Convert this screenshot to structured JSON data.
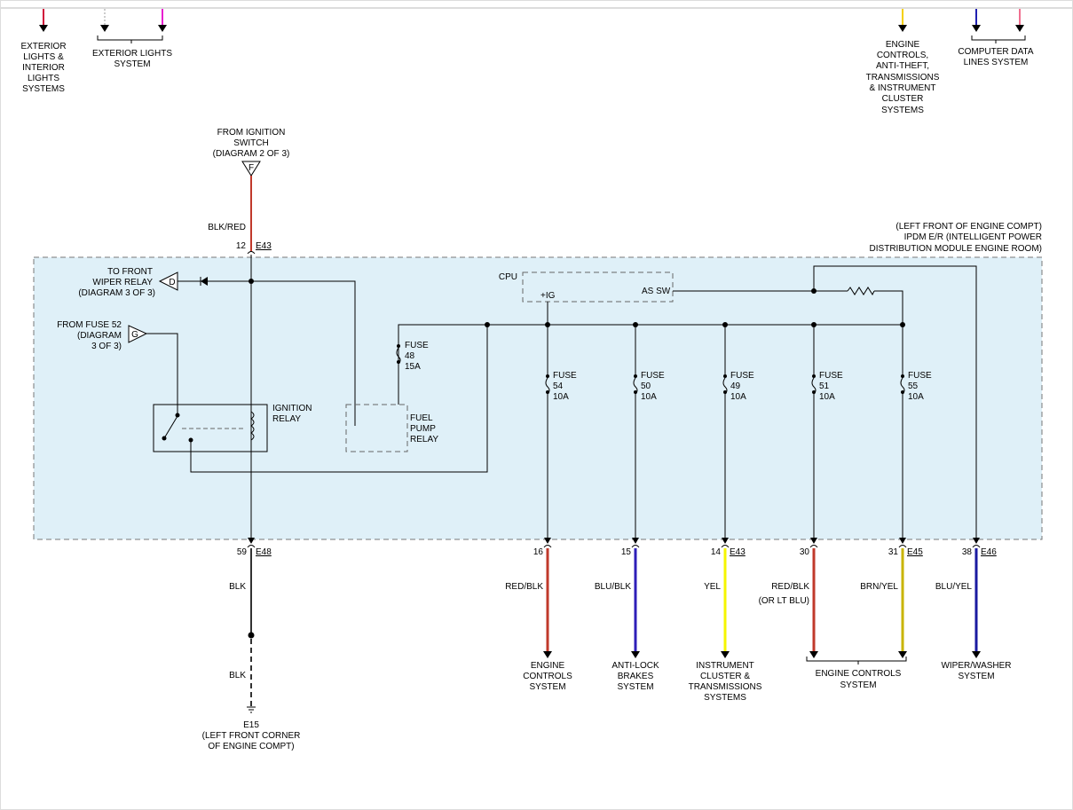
{
  "top_labels": {
    "exterior_interior": [
      "EXTERIOR",
      "LIGHTS &",
      "INTERIOR",
      "LIGHTS",
      "SYSTEMS"
    ],
    "exterior": [
      "EXTERIOR LIGHTS",
      "SYSTEM"
    ],
    "engine_controls": [
      "ENGINE",
      "CONTROLS,",
      "ANTI-THEFT,",
      "TRANSMISSIONS",
      "& INSTRUMENT",
      "CLUSTER",
      "SYSTEMS"
    ],
    "computer_data": [
      "COMPUTER DATA",
      "LINES SYSTEM"
    ]
  },
  "ignition_source": [
    "FROM IGNITION",
    "SWITCH",
    "(DIAGRAM 2 OF 3)"
  ],
  "connector_f": "F",
  "wire_in_label": "BLK/RED",
  "pin_top": {
    "pin": "12",
    "conn": "E43"
  },
  "module": [
    "(LEFT FRONT OF ENGINE COMPT)",
    "IPDM E/R (INTELLIGENT POWER",
    "DISTRIBUTION MODULE ENGINE ROOM)"
  ],
  "wiper_relay": {
    "lines": [
      "TO FRONT",
      "WIPER RELAY",
      "(DIAGRAM 3 OF 3)"
    ],
    "conn": "D"
  },
  "fuse52": {
    "lines": [
      "FROM FUSE 52",
      "(DIAGRAM",
      "3 OF 3)"
    ],
    "conn": "G"
  },
  "cpu": {
    "label": "CPU",
    "ig": "+IG",
    "as_sw": "AS SW"
  },
  "ignition_relay": [
    "IGNITION",
    "RELAY"
  ],
  "fuel_pump_relay": [
    "FUEL",
    "PUMP",
    "RELAY"
  ],
  "fuse48": [
    "FUSE",
    "48",
    "15A"
  ],
  "fuses": [
    {
      "lines": [
        "FUSE",
        "54",
        "10A"
      ]
    },
    {
      "lines": [
        "FUSE",
        "50",
        "10A"
      ]
    },
    {
      "lines": [
        "FUSE",
        "49",
        "10A"
      ]
    },
    {
      "lines": [
        "FUSE",
        "51",
        "10A"
      ]
    },
    {
      "lines": [
        "FUSE",
        "55",
        "10A"
      ]
    }
  ],
  "ground_branch": {
    "pin": "59",
    "conn": "E48",
    "wire1": "BLK",
    "wire2": "BLK",
    "ground_lines": [
      "E15",
      "(LEFT FRONT CORNER",
      "OF ENGINE COMPT)"
    ]
  },
  "outputs": [
    {
      "pin": "16",
      "conn": "",
      "wire": [
        "RED/BLK"
      ],
      "color": "#c0392b",
      "dest": [
        "ENGINE",
        "CONTROLS",
        "SYSTEM"
      ]
    },
    {
      "pin": "15",
      "conn": "",
      "wire": [
        "BLU/BLK"
      ],
      "color": "#2e1fb8",
      "dest": [
        "ANTI-LOCK",
        "BRAKES",
        "SYSTEM"
      ]
    },
    {
      "pin": "14",
      "conn": "E43",
      "wire": [
        "YEL"
      ],
      "color": "#f5f500",
      "dest": [
        "INSTRUMENT",
        "CLUSTER &",
        "TRANSMISSIONS",
        "SYSTEMS"
      ]
    },
    {
      "pin": "30",
      "conn": "",
      "wire": [
        "RED/BLK",
        "(OR LT BLU)"
      ],
      "color": "#c0392b",
      "dest": []
    },
    {
      "pin": "31",
      "conn": "E45",
      "wire": [
        "BRN/YEL"
      ],
      "color": "#c8b400",
      "dest": []
    },
    {
      "pin": "38",
      "conn": "E46",
      "wire": [
        "BLU/YEL"
      ],
      "color": "#1a1aa0",
      "dest": [
        "WIPER/WASHER",
        "SYSTEM"
      ]
    }
  ],
  "engine_controls_bottom": [
    "ENGINE CONTROLS",
    "SYSTEM"
  ],
  "colors": {
    "background": "#dff0f8",
    "blk_red": "#c0392b",
    "magenta": "#e81fd0",
    "yellow": "#f5d000",
    "blue": "#1f1fb0",
    "pink": "#f07090"
  }
}
